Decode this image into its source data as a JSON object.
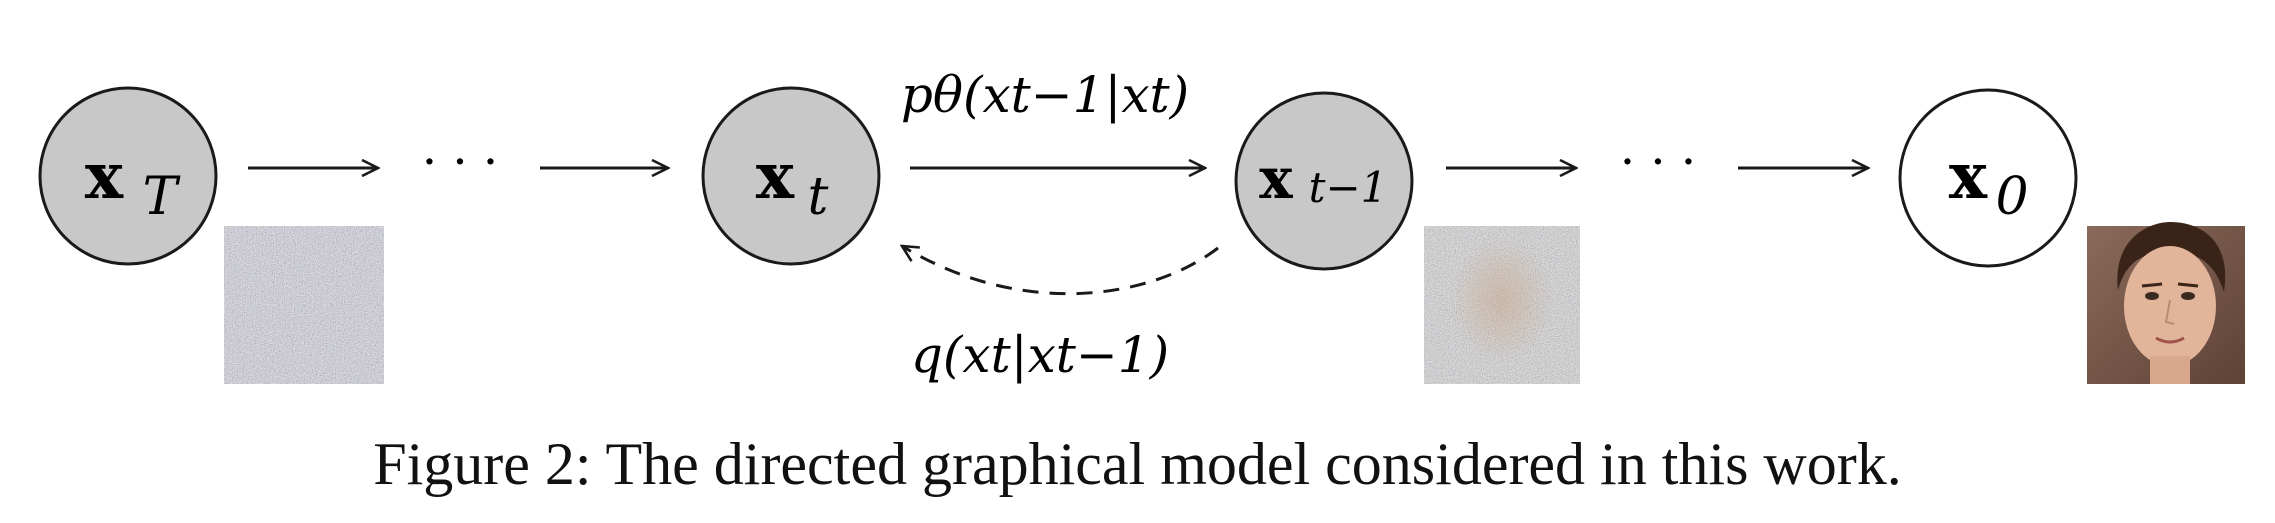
{
  "nodes": [
    {
      "main": "x",
      "sub": "T",
      "filled": true
    },
    {
      "main": "x",
      "sub": "t",
      "filled": true
    },
    {
      "main": "x",
      "sub": "t−1",
      "filled": true
    },
    {
      "main": "x",
      "sub": "0",
      "filled": false
    }
  ],
  "ellipsis": "· · ·",
  "edges": {
    "forward_label": "pθ(xt−1|xt)",
    "reverse_label": "q(xt|xt−1)"
  },
  "thumbnails": [
    {
      "kind": "noise"
    },
    {
      "kind": "partially-denoised-face"
    },
    {
      "kind": "face"
    }
  ],
  "colors": {
    "node_fill": "#c8c8c8",
    "node_stroke": "#1a1a1a",
    "clean_node_fill": "#ffffff"
  },
  "caption": "Figure 2: The directed graphical model considered in this work."
}
